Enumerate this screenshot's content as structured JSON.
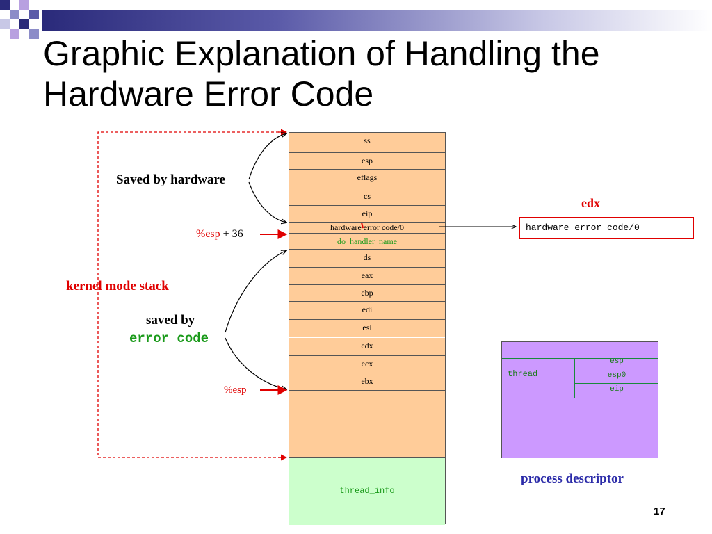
{
  "title": "Graphic Explanation of Handling the Hardware Error Code",
  "stack_cells": [
    {
      "label": "ss"
    },
    {
      "label": "esp"
    },
    {
      "label": "eflags"
    },
    {
      "label": "cs"
    },
    {
      "label": "eip"
    },
    {
      "label": "hardware error code/0"
    },
    {
      "label": "do_handler_name"
    },
    {
      "label": "ds"
    },
    {
      "label": "eax"
    },
    {
      "label": "ebp"
    },
    {
      "label": "edi"
    },
    {
      "label": "esi"
    },
    {
      "label": "edx"
    },
    {
      "label": "ecx"
    },
    {
      "label": "ebx"
    },
    {
      "label": ""
    },
    {
      "label": "thread_info"
    }
  ],
  "labels": {
    "saved_by_hardware": "Saved by hardware",
    "kernel_mode_stack": "kernel mode stack",
    "saved_by": "saved by",
    "error_code": "error_code",
    "esp36_reg": "%esp",
    "esp36_offset": " + 36",
    "esp_reg": "%esp",
    "edx_heading": "edx",
    "edx_value": "hardware error code/0",
    "process_descriptor": "process descriptor",
    "page_number": "17"
  },
  "process_descriptor": {
    "thread": "thread",
    "fields": [
      "esp",
      "esp0",
      "eip"
    ]
  },
  "colors": {
    "stack_fill": "#ffcc99",
    "thread_info_fill": "#ccffcc",
    "descriptor_fill": "#cc99ff",
    "red": "#e00000",
    "green": "#1a9a1a"
  }
}
